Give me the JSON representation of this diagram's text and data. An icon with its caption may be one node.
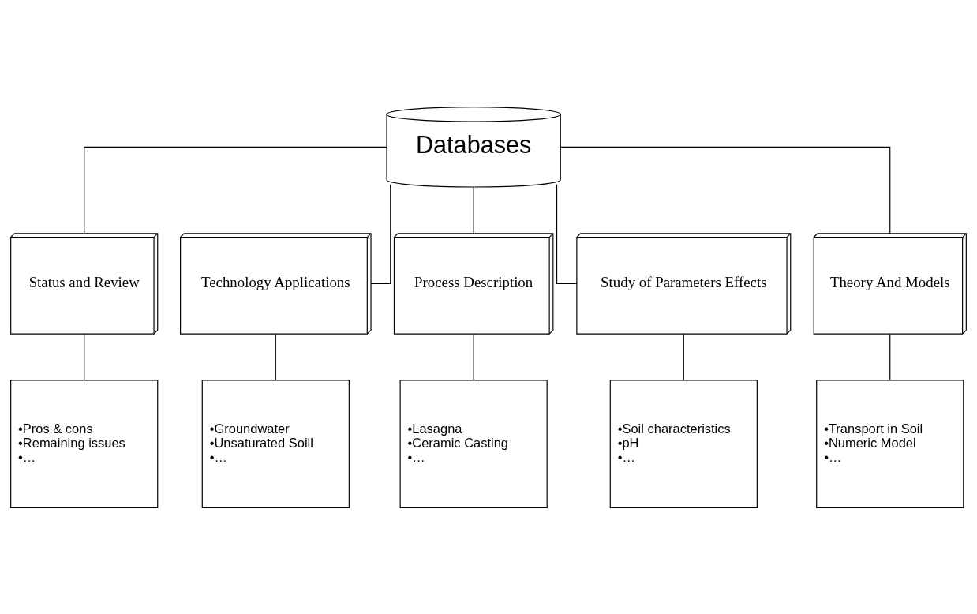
{
  "diagram": {
    "nodes": [
      {
        "text": [
          "Databases"
        ]
      },
      {
        "text": [
          "Status and Review"
        ]
      },
      {
        "text": [
          "Technology Applications"
        ]
      },
      {
        "text": [
          "Process Description"
        ]
      },
      {
        "text": [
          "Study of Parameters Effects"
        ]
      },
      {
        "text": [
          "Theory And Models"
        ]
      },
      {
        "text": [
          "•Pros & cons",
          "•Remaining issues",
          "•…"
        ]
      },
      {
        "text": [
          "•Groundwater",
          "•Unsaturated Soill",
          "•…"
        ]
      },
      {
        "text": [
          "•Lasagna",
          "•Ceramic Casting",
          "•…"
        ]
      },
      {
        "text": [
          "•Soil characteristics",
          "•pH",
          "•…"
        ]
      },
      {
        "text": [
          "•Transport in Soil",
          "•Numeric Model",
          "•…"
        ]
      }
    ],
    "edges": [
      {
        "from": 0,
        "to": 1,
        "arrow": "none"
      },
      {
        "from": 0,
        "to": 2,
        "arrow": "none"
      },
      {
        "from": 0,
        "to": 3,
        "arrow": "none"
      },
      {
        "from": 0,
        "to": 4,
        "arrow": "none"
      },
      {
        "from": 0,
        "to": 5,
        "arrow": "none"
      },
      {
        "from": 1,
        "to": 6,
        "arrow": "none"
      },
      {
        "from": 2,
        "to": 7,
        "arrow": "none"
      },
      {
        "from": 3,
        "to": 8,
        "arrow": "none"
      },
      {
        "from": 4,
        "to": 9,
        "arrow": "none"
      },
      {
        "from": 5,
        "to": 10,
        "arrow": "none"
      }
    ]
  }
}
